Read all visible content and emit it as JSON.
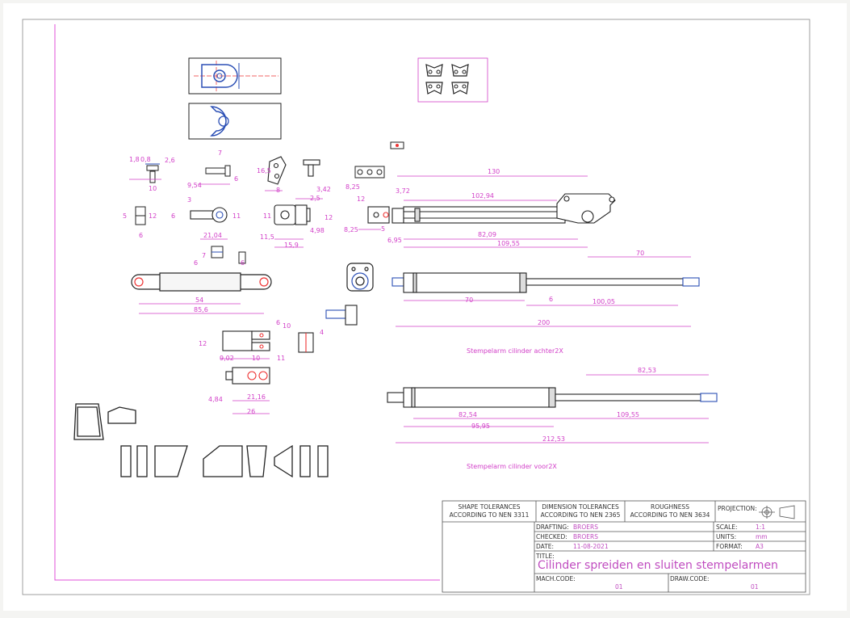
{
  "dimensions": {
    "d_1_8": "1,8",
    "d_0_8": "0,8",
    "d_2_6": "2,6",
    "d_10_a": "10",
    "d_9_54": "9,54",
    "d_7_a": "7",
    "d_16_5": "16,5",
    "d_6_a": "6",
    "d_8_a": "8",
    "d_3_42": "3,42",
    "d_8_25_a": "8,25",
    "d_2_5": "2,5",
    "d_12_a": "12",
    "d_3_72": "3,72",
    "d_130": "130",
    "d_102_94": "102,94",
    "d_5_a": "5",
    "d_12_b": "12",
    "d_3_b": "3",
    "d_6_b": "6",
    "d_11_a": "11",
    "d_11_b": "11",
    "d_12_c": "12",
    "d_6_c": "6",
    "d_21_04": "21,04",
    "d_11_5": "11,5",
    "d_4_98": "4,98",
    "d_15_9": "15,9",
    "d_8_25_b": "8,25",
    "d_5_b": "5",
    "d_6_95": "6,95",
    "d_82_09": "82,09",
    "d_109_55_a": "109,55",
    "d_7_b": "7",
    "d_6_d": "6",
    "d_6_e": "6",
    "d_70_a": "70",
    "d_54": "54",
    "d_85_6": "85,6",
    "d_70_b": "70",
    "d_6_f": "6",
    "d_100_05": "100,05",
    "d_200": "200",
    "d_10_b": "10",
    "d_6_g": "6",
    "d_4_a": "4",
    "d_12_d": "12",
    "d_9_02": "9,02",
    "d_10_c": "10",
    "d_11_c": "11",
    "d_4_84": "4,84",
    "d_21_16": "21,16",
    "d_26": "26",
    "d_82_53": "82,53",
    "d_82_54": "82,54",
    "d_109_55_b": "109,55",
    "d_95_95": "95,95",
    "d_212_53": "212,53"
  },
  "labels": {
    "rear_cylinder": "Stempelarm cilinder achter2X",
    "front_cylinder": "Stempelarm cilinder voor2X"
  },
  "title_block": {
    "shape_tol_1": "SHAPE TOLERANCES",
    "shape_tol_2": "ACCORDING TO NEN 3311",
    "dim_tol_1": "DIMENSION TOLERANCES",
    "dim_tol_2": "ACCORDING TO NEN 2365",
    "rough_1": "ROUGHNESS",
    "rough_2": "ACCORDING TO NEN 3634",
    "projection": "PROJECTION:",
    "drafting_label": "DRAFTING:",
    "drafting_value": "BROERS",
    "checked_label": "CHECKED:",
    "checked_value": "BROERS",
    "date_label": "DATE:",
    "date_value": "11-08-2021",
    "scale_label": "SCALE:",
    "scale_value": "1:1",
    "units_label": "UNITS:",
    "units_value": "mm",
    "format_label": "FORMAT:",
    "format_value": "A3",
    "title_label": "TITLE:",
    "title_value": "Cilinder spreiden en sluiten stempelarmen",
    "mach_label": "MACH.CODE:",
    "mach_value": "01",
    "draw_label": "DRAW.CODE:",
    "draw_value": "01"
  },
  "colors": {
    "ink": "#1a1a1a",
    "dimension": "#d23fc8",
    "hole": "#2b4fb5",
    "frame": "#e050d8"
  }
}
